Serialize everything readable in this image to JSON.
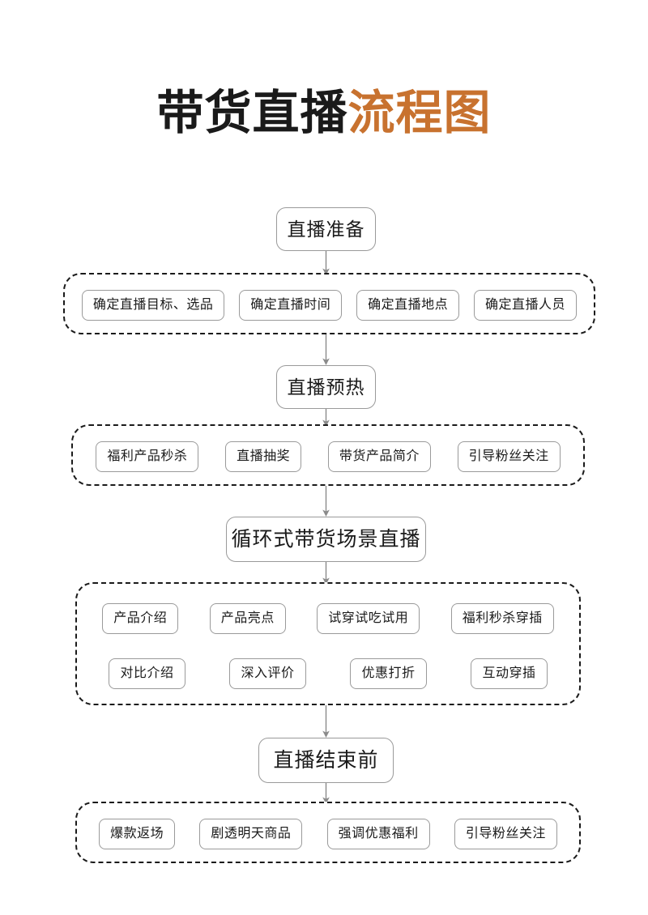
{
  "title": {
    "dark_part": "带货直播",
    "accent_part": "流程图",
    "accent_color": "#c8722f",
    "dark_color": "#1a1a1a"
  },
  "flow": {
    "stages": [
      {
        "id": "stage-prep",
        "label": "直播准备"
      },
      {
        "id": "stage-warmup",
        "label": "直播预热"
      },
      {
        "id": "stage-loop",
        "label": "循环式带货场景直播"
      },
      {
        "id": "stage-ending",
        "label": "直播结束前"
      }
    ],
    "groups": [
      {
        "id": "group-prep",
        "after_stage": "stage-prep",
        "rows": [
          [
            "确定直播目标、选品",
            "确定直播时间",
            "确定直播地点",
            "确定直播人员"
          ]
        ]
      },
      {
        "id": "group-warmup",
        "after_stage": "stage-warmup",
        "rows": [
          [
            "福利产品秒杀",
            "直播抽奖",
            "带货产品简介",
            "引导粉丝关注"
          ]
        ]
      },
      {
        "id": "group-loop",
        "after_stage": "stage-loop",
        "rows": [
          [
            "产品介绍",
            "产品亮点",
            "试穿试吃试用",
            "福利秒杀穿插"
          ],
          [
            "对比介绍",
            "深入评价",
            "优惠打折",
            "互动穿插"
          ]
        ]
      },
      {
        "id": "group-ending",
        "after_stage": "stage-ending",
        "rows": [
          [
            "爆款返场",
            "剧透明天商品",
            "强调优惠福利",
            "引导粉丝关注"
          ]
        ]
      }
    ],
    "connector_count": 7,
    "connector_color": "#8a8a8a"
  }
}
